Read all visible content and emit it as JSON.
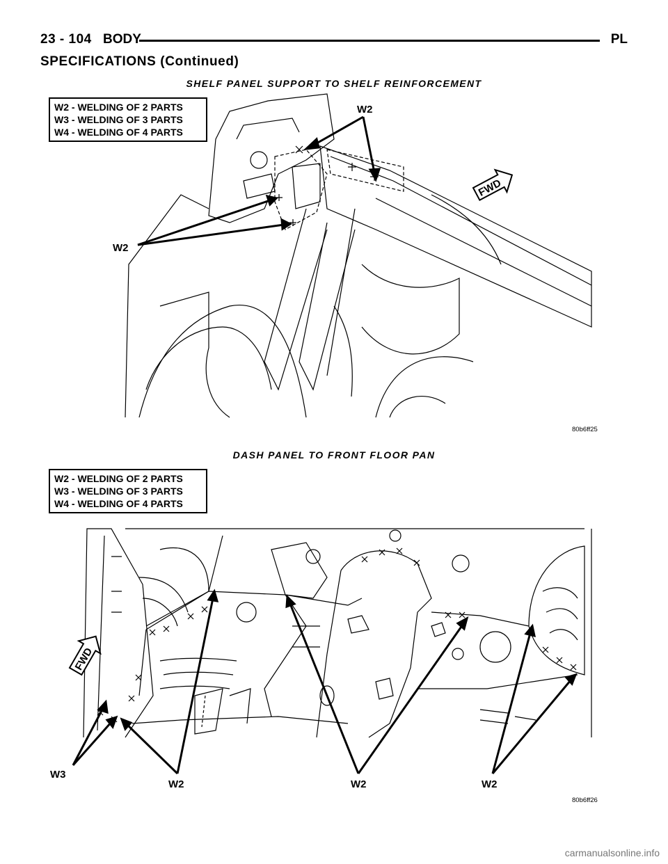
{
  "header": {
    "page_number": "23 - 104",
    "section": "BODY",
    "model_code": "PL"
  },
  "section_title": "SPECIFICATIONS (Continued)",
  "figure1": {
    "title": "SHELF PANEL SUPPORT TO SHELF REINFORCEMENT",
    "legend": [
      "W2 - WELDING OF 2 PARTS",
      "W3 - WELDING OF 3 PARTS",
      "W4 - WELDING OF 4 PARTS"
    ],
    "callouts": [
      "W2",
      "W2"
    ],
    "direction": "FWD",
    "code": "80b6ff25"
  },
  "figure2": {
    "title": "DASH PANEL TO FRONT FLOOR PAN",
    "legend": [
      "W2 - WELDING OF 2 PARTS",
      "W3 - WELDING OF 3 PARTS",
      "W4 - WELDING OF 4 PARTS"
    ],
    "callouts": [
      "W3",
      "W2",
      "W2",
      "W2"
    ],
    "direction": "FWD",
    "code": "80b6ff26"
  },
  "watermark": "carmanualsonline.info"
}
